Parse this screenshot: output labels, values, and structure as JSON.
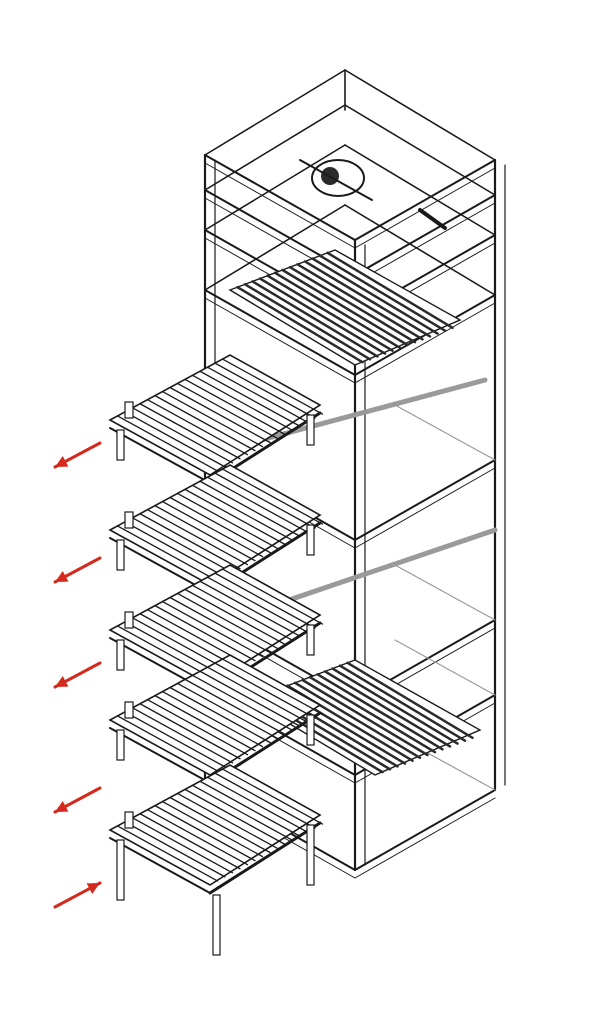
{
  "diagram": {
    "subject": "vertical-lift-conveyor",
    "conveyor_levels": 5,
    "arrows": [
      {
        "direction": "out"
      },
      {
        "direction": "out"
      },
      {
        "direction": "out"
      },
      {
        "direction": "out"
      },
      {
        "direction": "in"
      }
    ]
  },
  "colors": {
    "line": "#1a1a1a",
    "frame_fill": "#ffffff",
    "shade": "#9a9a9a",
    "roller_dark": "#2a2a2a",
    "arrow": "#d42a1e"
  }
}
